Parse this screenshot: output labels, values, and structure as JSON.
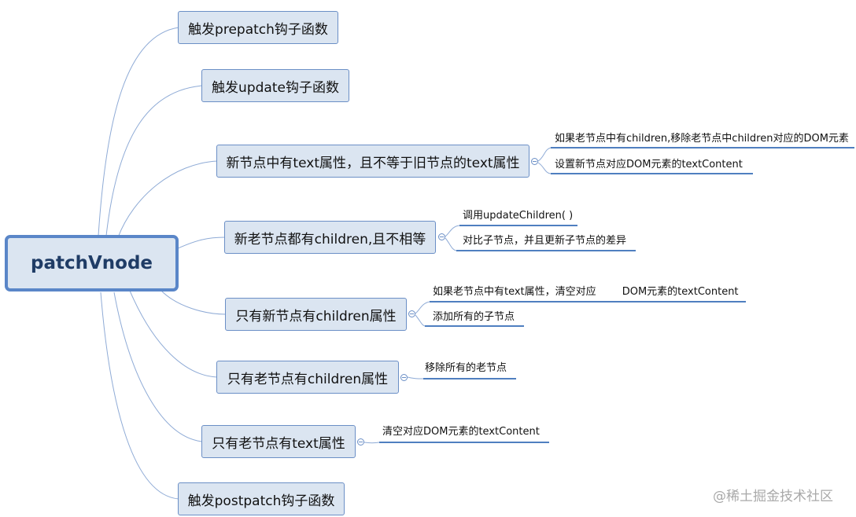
{
  "root": {
    "label": "patchVnode"
  },
  "branches": [
    {
      "label": "触发prepatch钩子函数",
      "leaves": []
    },
    {
      "label": "触发update钩子函数",
      "leaves": []
    },
    {
      "label": "新节点中有text属性，且不等于旧节点的text属性",
      "leaves": [
        "如果老节点中有children,移除老节点中children对应的DOM元素",
        "设置新节点对应DOM元素的textContent"
      ]
    },
    {
      "label": "新老节点都有children,且不相等",
      "leaves": [
        "调用updateChildren( )",
        "对比子节点，并且更新子节点的差异"
      ]
    },
    {
      "label": "只有新节点有children属性",
      "leaves": [
        "如果老节点中有text属性，清空对应        DOM元素的textContent",
        "添加所有的子节点"
      ]
    },
    {
      "label": "只有老节点有children属性",
      "leaves": [
        "移除所有的老节点"
      ]
    },
    {
      "label": "只有老节点有text属性",
      "leaves": [
        "清空对应DOM元素的textContent"
      ]
    },
    {
      "label": "触发postpatch钩子函数",
      "leaves": []
    }
  ],
  "watermark": "@稀土掘金技术社区",
  "colors": {
    "connector": "#6b8fc6",
    "node_fill": "#dbe5f1",
    "root_border": "#5a86c8"
  }
}
